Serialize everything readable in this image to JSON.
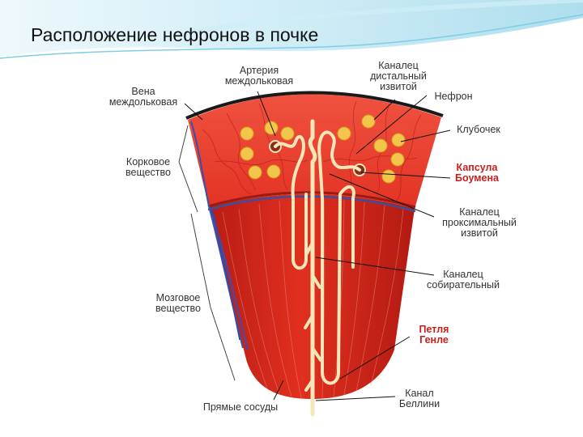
{
  "slide": {
    "title": "Расположение нефронов в почке"
  },
  "diagram": {
    "labels": {
      "artery": [
        "Артерия",
        "междольковая"
      ],
      "distal_tubule": [
        "Каналец",
        "дистальный",
        "извитой"
      ],
      "vein": [
        "Вена",
        "междольковая"
      ],
      "nephron": [
        "Нефрон"
      ],
      "glomerulus": [
        "Клубочек"
      ],
      "cortex": [
        "Корковое",
        "вещество"
      ],
      "bowman_capsule": [
        "Капсула",
        "Боумена"
      ],
      "proximal_tubule": [
        "Каналец",
        "проксимальный",
        "извитой"
      ],
      "collecting_duct": [
        "Каналец",
        "собирательный"
      ],
      "medulla": [
        "Мозговое",
        "вещество"
      ],
      "henle_loop": [
        "Петля",
        "Генле"
      ],
      "bellini_duct": [
        "Канал",
        "Беллини"
      ],
      "vasa_recta": [
        "Прямые сосуды"
      ]
    },
    "colors": {
      "cortex": "#e53a2a",
      "medulla": "#d8271c",
      "tubule": "#f5e6b8",
      "glomerulus": "#f2c64a",
      "accent_label": "#c81e1e",
      "header_wave": "#8fd3e8"
    }
  }
}
